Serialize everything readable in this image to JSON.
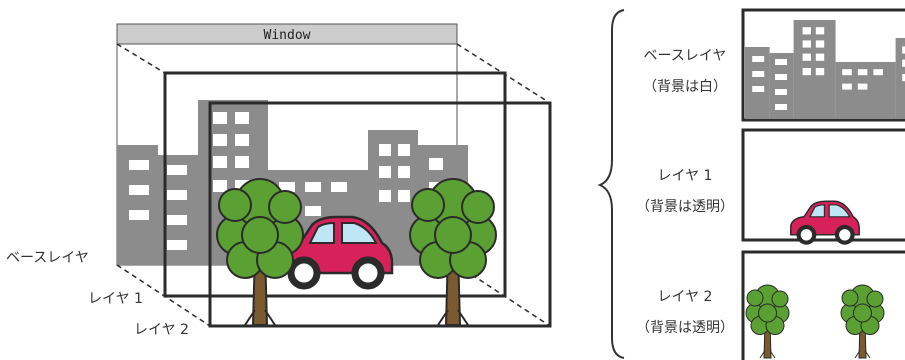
{
  "window": {
    "title": "Window"
  },
  "left_labels": {
    "base": "ベースレイヤ",
    "layer1": "レイヤ 1",
    "layer2": "レイヤ 2"
  },
  "right_panels": [
    {
      "name": "ベースレイヤ",
      "note": "（背景は白）"
    },
    {
      "name": "レイヤ 1",
      "note": "（背景は透明）"
    },
    {
      "name": "レイヤ 2",
      "note": "（背景は透明）"
    }
  ],
  "colors": {
    "building": "#8c8c8c",
    "tree_leaf": "#5ba032",
    "tree_trunk": "#7a5a2e",
    "car_body": "#d6215a",
    "car_window": "#bfe6f5",
    "frame": "#2b2b2b",
    "titlebar": "#cccccc"
  }
}
